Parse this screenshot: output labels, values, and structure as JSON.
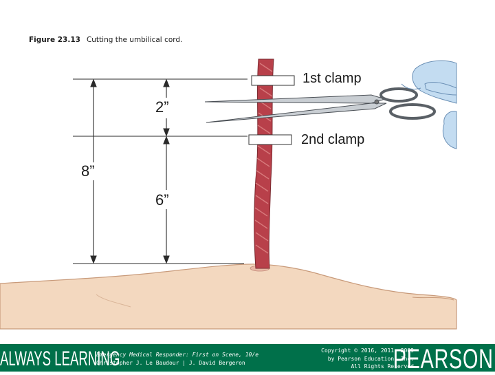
{
  "caption": {
    "figure_number": "Figure 23.13",
    "text": "Cutting the umbilical cord."
  },
  "labels": {
    "first_clamp": "1st clamp",
    "second_clamp": "2nd clamp",
    "dim_between_clamps": "2”",
    "dim_total": "8”",
    "dim_to_body": "6”"
  },
  "footer": {
    "brand_left": "ALWAYS LEARNING",
    "book_title": "Emergency Medical Responder: First on Scene, 10/e",
    "authors": "Christopher J. Le Baudour | J. David Bergeron",
    "copyright_line1": "Copyright © 2016, 2011, 2009",
    "copyright_line2": "by Pearson Education, Inc.",
    "copyright_line3": "All Rights Reserved",
    "brand_right": "PEARSON"
  },
  "colors": {
    "footer_green": "#00704a",
    "cord": "#b8404a",
    "skin": "#f3d8bf",
    "glove": "#c3dcf1"
  }
}
